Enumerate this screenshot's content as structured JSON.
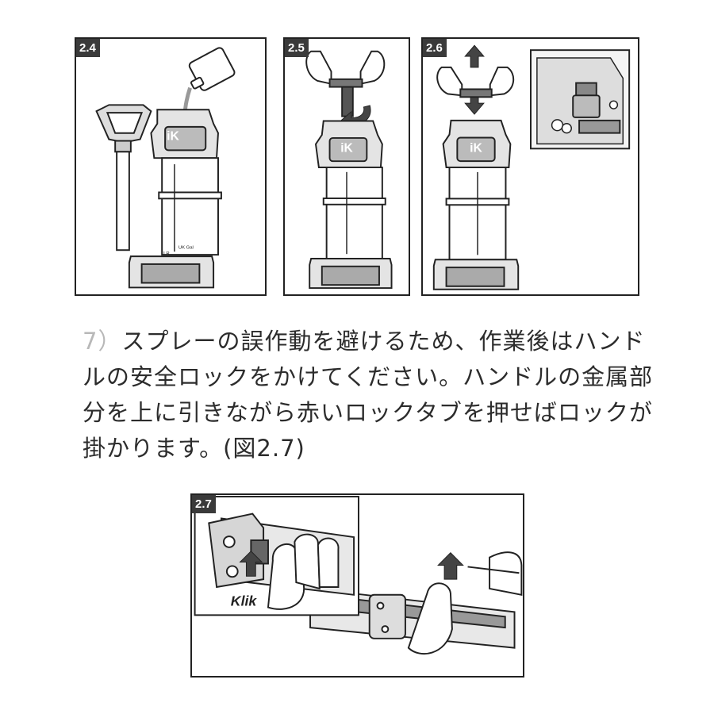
{
  "panels": {
    "p24": {
      "label": "2.4",
      "gauge_units": [
        "LR",
        "UK Gal"
      ],
      "logo": "iK"
    },
    "p25": {
      "label": "2.5",
      "logo": "iK"
    },
    "p26": {
      "label": "2.6",
      "logo": "iK"
    },
    "p27": {
      "label": "2.7",
      "callout_text": "Klik"
    }
  },
  "instruction": {
    "step_number": "7）",
    "text": "スプレーの誤作動を避けるため、作業後はハンドルの安全ロックをかけてください。ハンドルの金属部分を上に引きながら赤いロックタブを押せばロックが掛かります。(図2.7)"
  }
}
